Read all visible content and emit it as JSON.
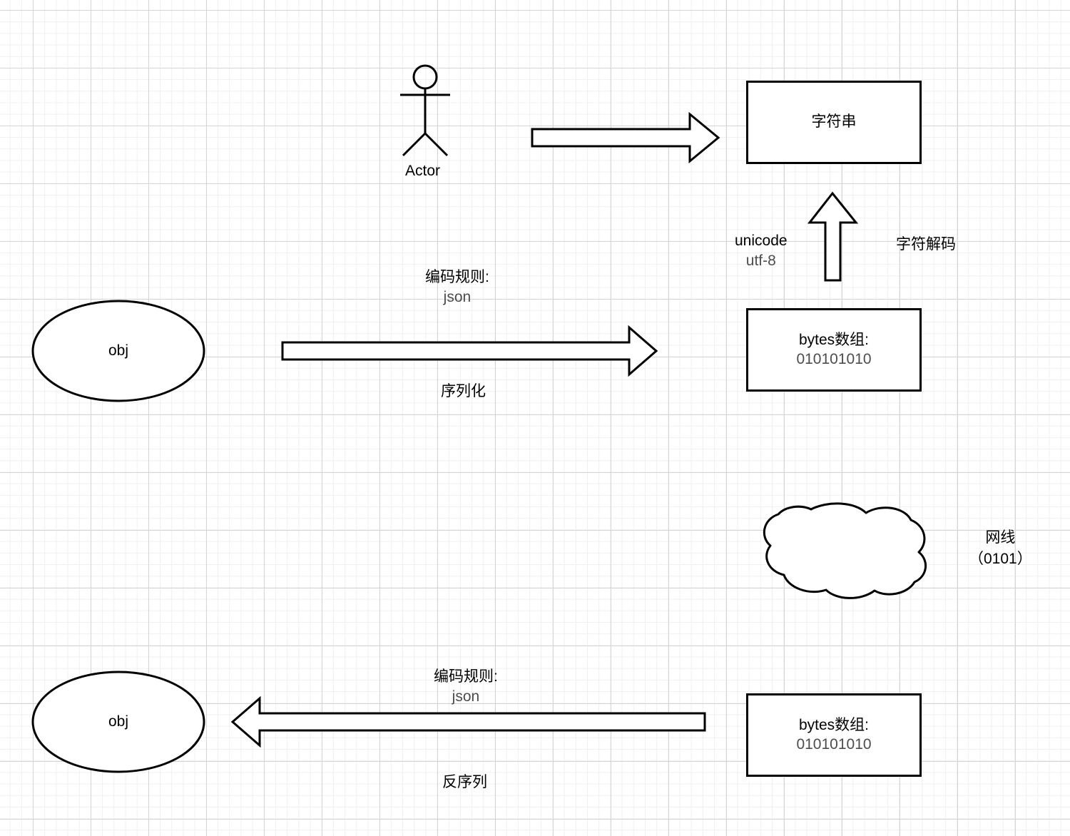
{
  "diagram": {
    "title": "serialization-and-encoding-flow",
    "background": {
      "grid_minor_color": "#f0f0f0",
      "grid_major_color": "#d5d5d5",
      "page_color": "#ffffff"
    },
    "stroke_color": "#000000",
    "secondary_text_color": "#4d4d4d"
  },
  "nodes": {
    "actor": {
      "label": "Actor"
    },
    "string_box": {
      "label": "字符串"
    },
    "bytes_box_top": {
      "title": "bytes数组:",
      "value": "010101010"
    },
    "bytes_box_bottom": {
      "title": "bytes数组:",
      "value": "010101010"
    },
    "obj_ellipse_top": {
      "label": "obj"
    },
    "obj_ellipse_bottom": {
      "label": "obj"
    },
    "network_cloud": {
      "label_line1": "网线",
      "label_line2": "（0101）"
    }
  },
  "edges": {
    "actor_to_string": {
      "direction": "right",
      "label": ""
    },
    "serialize": {
      "direction": "right",
      "rule_title": "编码规则:",
      "rule_value": "json",
      "action": "序列化"
    },
    "deserialize": {
      "direction": "left",
      "rule_title": "编码规则:",
      "rule_value": "json",
      "action": "反序列"
    },
    "decode": {
      "direction": "up",
      "encoding_title": "unicode",
      "encoding_value": "utf-8",
      "action": "字符解码"
    }
  }
}
